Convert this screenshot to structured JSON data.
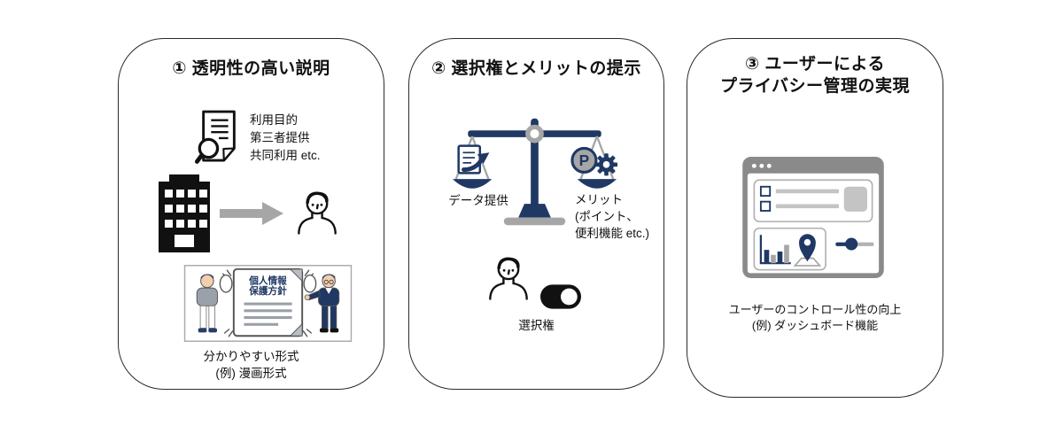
{
  "colors": {
    "navy": "#1f3864",
    "gray": "#a6a6a6",
    "light_gray": "#c4c4c4",
    "frame_gray": "#8a8a8a",
    "black": "#111111"
  },
  "panel1": {
    "title": "① 透明性の高い説明",
    "purpose": {
      "line1": "利用目的",
      "line2": "第三者提供",
      "line3": "共同利用 etc."
    },
    "manga": {
      "doc_line1": "個人情報",
      "doc_line2": "保護方針"
    },
    "caption": {
      "line1": "分かりやすい形式",
      "line2": "(例) 漫画形式"
    }
  },
  "panel2": {
    "title": "② 選択権とメリットの提示",
    "left_label": "データ提供",
    "right_label": {
      "line1": "メリット",
      "line2": "(ポイント、",
      "line3": "便利機能 etc.)"
    },
    "coin_letter": "P",
    "choice_label": "選択権",
    "toggle_state": "on"
  },
  "panel3": {
    "title": {
      "line1": "③ ユーザーによる",
      "line2": "プライバシー管理の実現"
    },
    "caption": {
      "line1": "ユーザーのコントロール性の向上",
      "line2": "(例) ダッシュボード機能"
    }
  }
}
